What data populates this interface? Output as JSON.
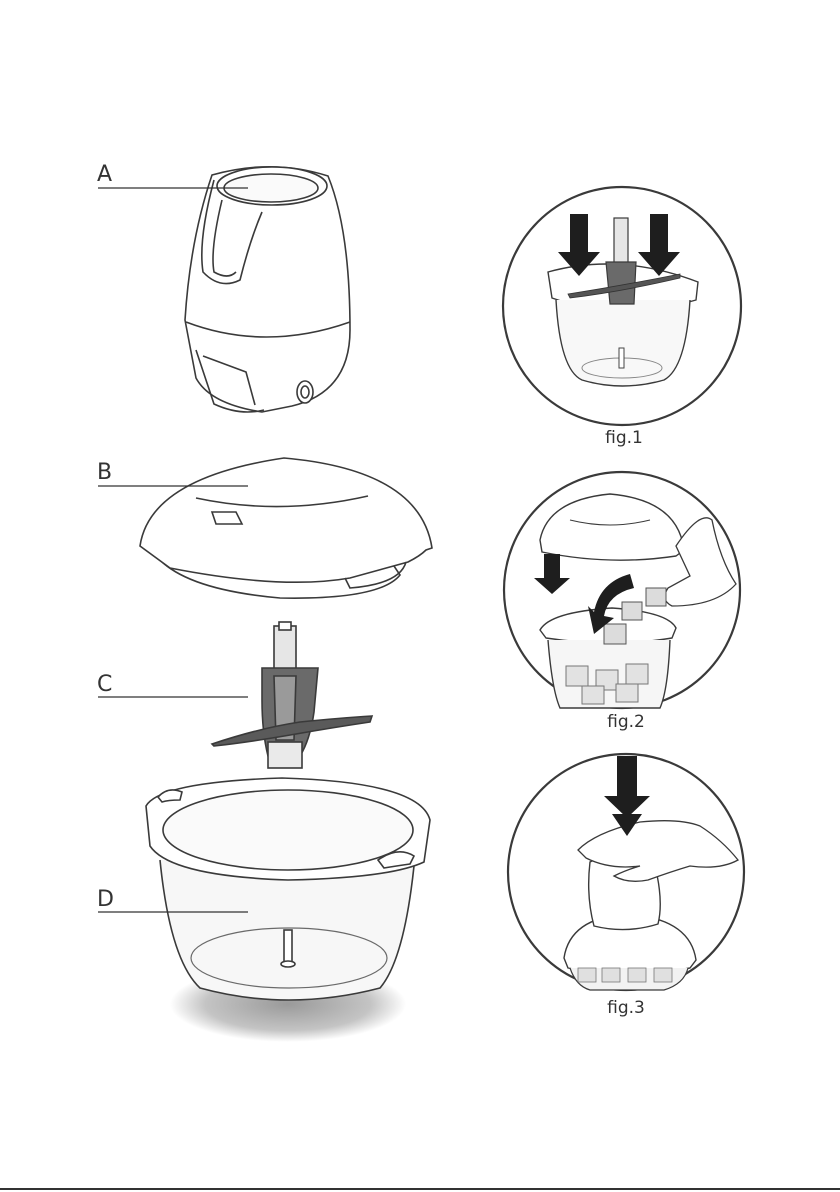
{
  "parts": [
    {
      "id": "A",
      "label": "A",
      "component": "motor-unit"
    },
    {
      "id": "B",
      "label": "B",
      "component": "lid"
    },
    {
      "id": "C",
      "label": "C",
      "component": "blade"
    },
    {
      "id": "D",
      "label": "D",
      "component": "bowl"
    }
  ],
  "figures": [
    {
      "id": "fig1",
      "caption": "fig.1",
      "step": "insert-blade"
    },
    {
      "id": "fig2",
      "caption": "fig.2",
      "step": "add-ingredients-and-lid"
    },
    {
      "id": "fig3",
      "caption": "fig.3",
      "step": "press-motor-unit"
    }
  ],
  "colors": {
    "outline": "#3a3a3a",
    "arrow": "#1e1e1e",
    "blade": "#555555",
    "bowl_fill": "#f4f4f4",
    "shadow": "#b8b8b8"
  }
}
